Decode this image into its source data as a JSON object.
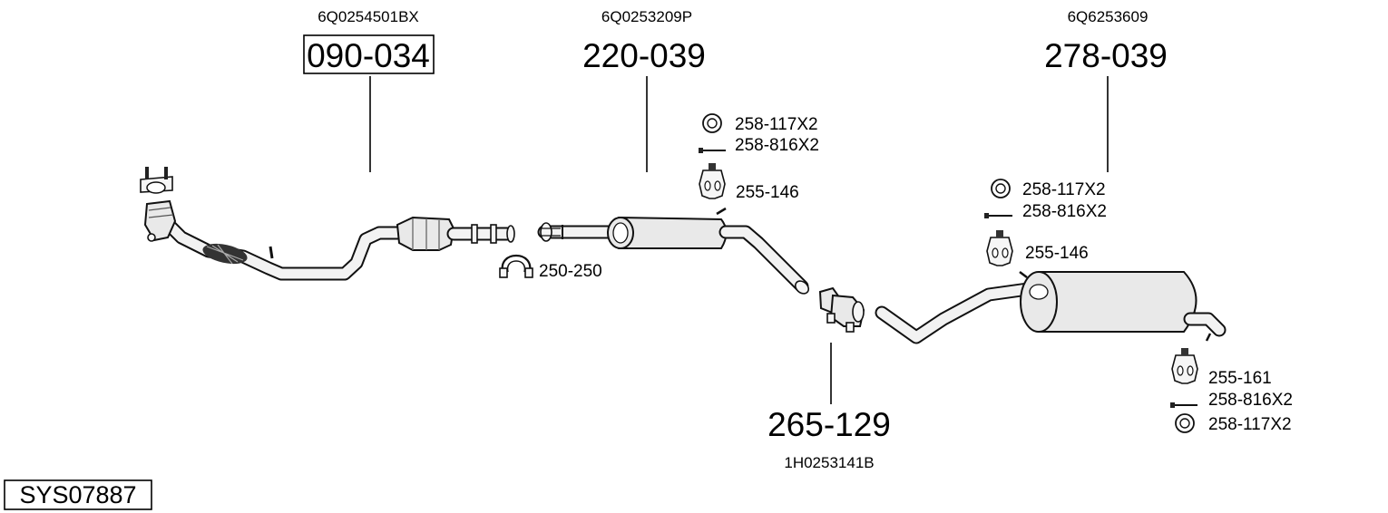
{
  "system_code": "SYS07887",
  "parts": [
    {
      "oem": "6Q0254501BX",
      "number": "090-034",
      "boxed": true
    },
    {
      "oem": "6Q0253209P",
      "number": "220-039",
      "boxed": false
    },
    {
      "oem": "6Q6253609",
      "number": "278-039",
      "boxed": false
    },
    {
      "oem": "1H0253141B",
      "number": "265-129",
      "boxed": false
    }
  ],
  "accessories": {
    "front_clamp": {
      "label": "250-250",
      "icon": "clamp-icon"
    },
    "middle_group": [
      {
        "label": "258-117X2",
        "icon": "gasket-ring-icon"
      },
      {
        "label": "258-816X2",
        "icon": "bolt-icon"
      },
      {
        "label": "255-146",
        "icon": "rubber-hanger-icon"
      }
    ],
    "rear_top_group": [
      {
        "label": "258-117X2",
        "icon": "gasket-ring-icon"
      },
      {
        "label": "258-816X2",
        "icon": "bolt-icon"
      },
      {
        "label": "255-146",
        "icon": "rubber-hanger-icon"
      }
    ],
    "rear_bottom_group": [
      {
        "label": "255-161",
        "icon": "rubber-hanger-icon"
      },
      {
        "label": "258-816X2",
        "icon": "bolt-icon"
      },
      {
        "label": "258-117X2",
        "icon": "gasket-ring-icon"
      }
    ]
  }
}
